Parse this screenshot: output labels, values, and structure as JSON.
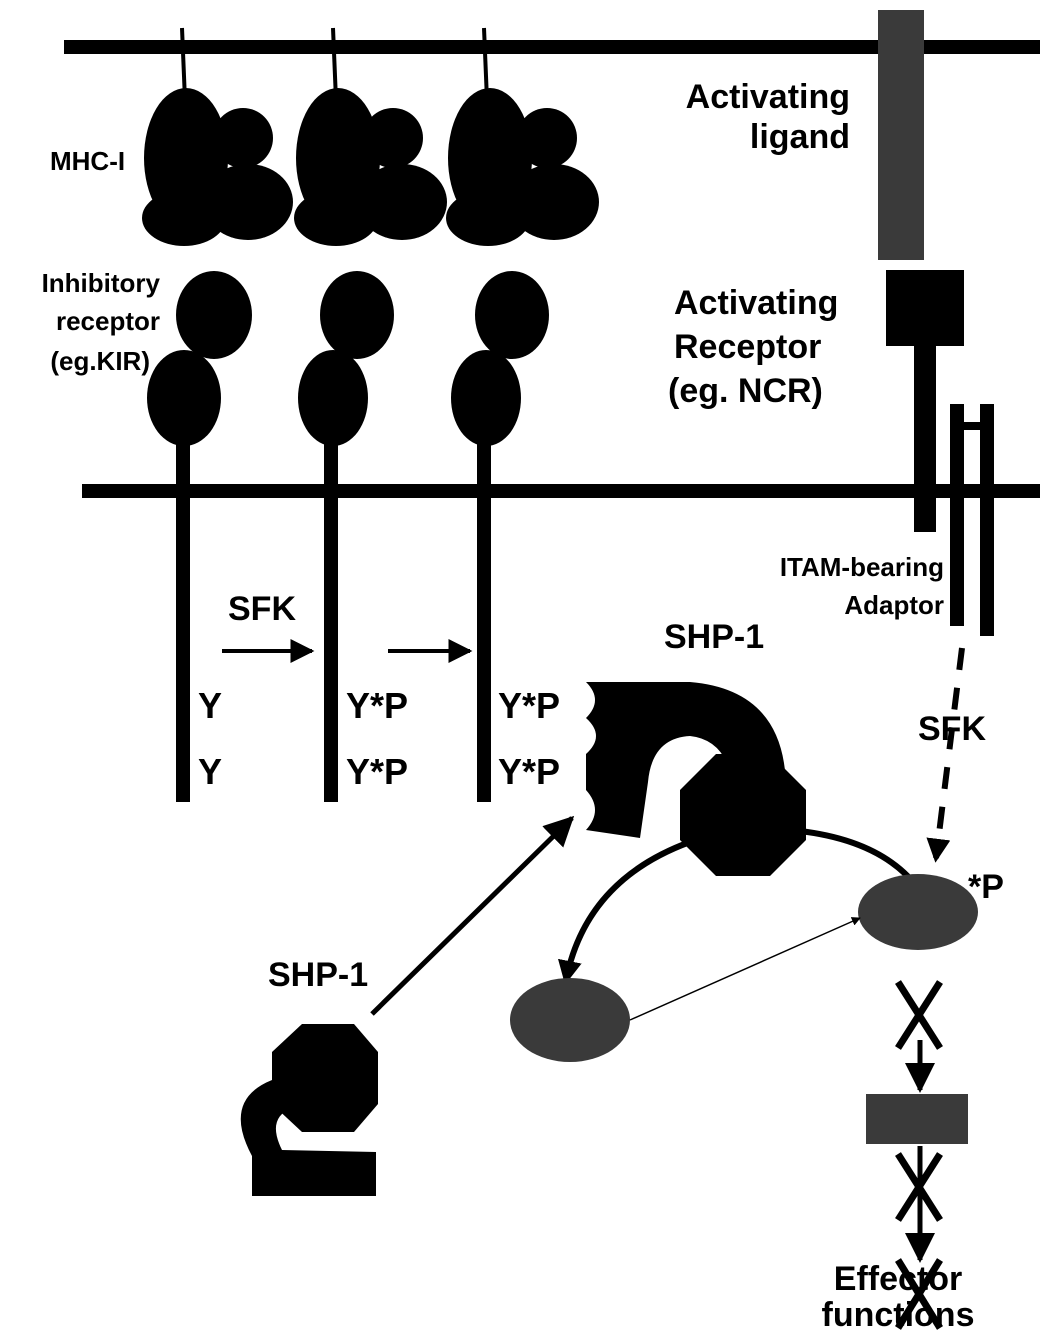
{
  "labels": {
    "mhc": "MHC-I",
    "activating_ligand_1": "Activating",
    "activating_ligand_2": "ligand",
    "inhibitory_1": "Inhibitory",
    "inhibitory_2": "receptor",
    "inhibitory_3": "(eg.KIR)",
    "activating_receptor_1": "Activating",
    "activating_receptor_2": "Receptor",
    "activating_receptor_3": "(eg. NCR)",
    "itam_1": "ITAM-bearing",
    "itam_2": "Adaptor",
    "sfk_left": "SFK",
    "sfk_right": "SFK",
    "shp1_top": "SHP-1",
    "shp1_bottom": "SHP-1",
    "phospho": "*P",
    "effector_1": "Effector",
    "effector_2": "functions"
  },
  "residues": {
    "r1_top": "Y",
    "r1_bottom": "Y",
    "r2_top": "Y*P",
    "r2_bottom": "Y*P",
    "r3_top": "Y*P",
    "r3_bottom": "Y*P"
  },
  "colors": {
    "ink": "#000000",
    "grey_fill": "#3a3a3a",
    "background": "#ffffff"
  }
}
